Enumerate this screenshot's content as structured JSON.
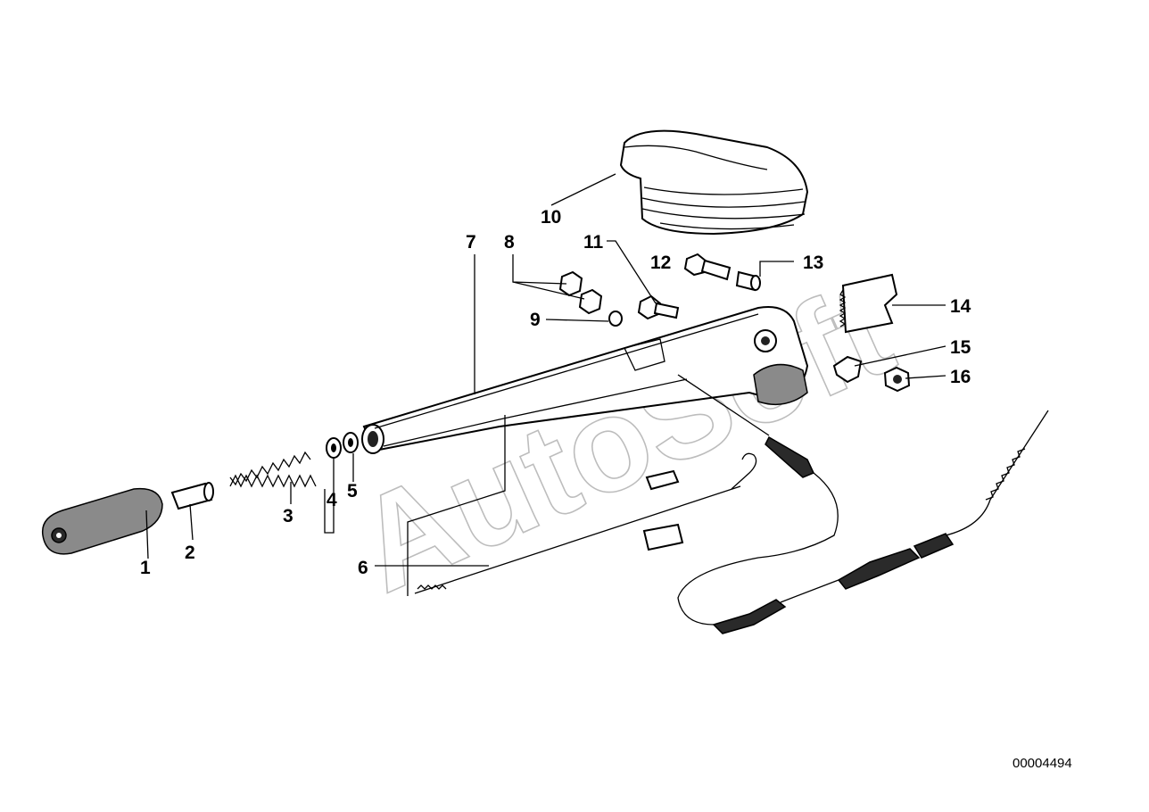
{
  "diagram": {
    "document_id": "00004494",
    "watermark": "AutoSoft",
    "callouts": [
      {
        "id": "1",
        "label": "1"
      },
      {
        "id": "2",
        "label": "2"
      },
      {
        "id": "3",
        "label": "3"
      },
      {
        "id": "4",
        "label": "4"
      },
      {
        "id": "5",
        "label": "5"
      },
      {
        "id": "6",
        "label": "6"
      },
      {
        "id": "7",
        "label": "7"
      },
      {
        "id": "8",
        "label": "8"
      },
      {
        "id": "9",
        "label": "9"
      },
      {
        "id": "10",
        "label": "10"
      },
      {
        "id": "11",
        "label": "11"
      },
      {
        "id": "12",
        "label": "12"
      },
      {
        "id": "13",
        "label": "13"
      },
      {
        "id": "14",
        "label": "14"
      },
      {
        "id": "15",
        "label": "15"
      },
      {
        "id": "16",
        "label": "16"
      }
    ]
  }
}
